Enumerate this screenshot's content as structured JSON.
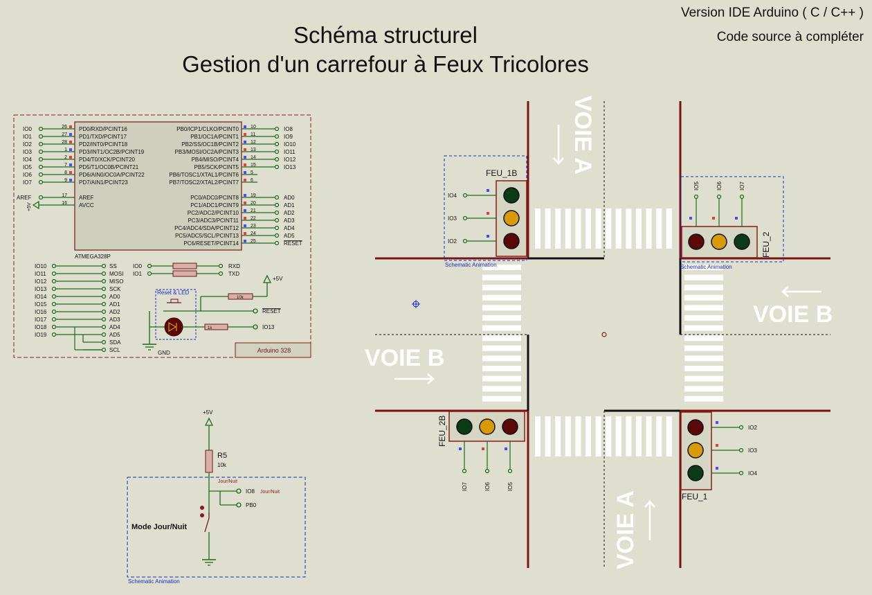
{
  "header": {
    "title_line1": "Schéma structurel",
    "title_line2": "Gestion d'un carrefour à Feux Tricolores",
    "version": "Version IDE Arduino ( C / C++ )",
    "subtitle": "Code source à compléter"
  },
  "mcu": {
    "part": "ATMEGA328P",
    "board": "Arduino 328",
    "left_pins": [
      {
        "net": "IO0",
        "num": "26",
        "name": "PD0/RXD/PCINT16"
      },
      {
        "net": "IO1",
        "num": "27",
        "name": "PD1/TXD/PCINT17"
      },
      {
        "net": "IO2",
        "num": "28",
        "name": "PD2/INT0/PCINT18"
      },
      {
        "net": "IO3",
        "num": "1",
        "name": "PD3/INT1/OC2B/PCINT19"
      },
      {
        "net": "IO4",
        "num": "2",
        "name": "PD4/T0/XCK/PCINT20"
      },
      {
        "net": "IO5",
        "num": "7",
        "name": "PD5/T1/OC0B/PCINT21"
      },
      {
        "net": "IO6",
        "num": "8",
        "name": "PD6/AIN0/OC0A/PCINT22"
      },
      {
        "net": "IO7",
        "num": "9",
        "name": "PD7/AIN1/PCINT23"
      }
    ],
    "left_power": [
      {
        "net": "AREF",
        "num": "17",
        "name": "AREF"
      },
      {
        "net": "",
        "num": "16",
        "name": "AVCC"
      }
    ],
    "avcc_supply": "+5V",
    "right_pins": [
      {
        "net": "IO8",
        "num": "10",
        "name": "PB0/ICP1/CLKO/PCINT0"
      },
      {
        "net": "IO9",
        "num": "11",
        "name": "PB1/OC1A/PCINT1"
      },
      {
        "net": "IO10",
        "num": "12",
        "name": "PB2/SS/OC1B/PCINT2"
      },
      {
        "net": "IO11",
        "num": "13",
        "name": "PB3/MOSI/OC2A/PCINT3"
      },
      {
        "net": "IO12",
        "num": "14",
        "name": "PB4/MISO/PCINT4"
      },
      {
        "net": "IO13",
        "num": "15",
        "name": "PB5/SCK/PCINT5"
      },
      {
        "net": "",
        "num": "5",
        "name": "PB6/TOSC1/XTAL1/PCINT6"
      },
      {
        "net": "",
        "num": "6",
        "name": "PB7/TOSC2/XTAL2/PCINT7"
      },
      {
        "net": "AD0",
        "num": "19",
        "name": "PC0/ADC0/PCINT8"
      },
      {
        "net": "AD1",
        "num": "20",
        "name": "PC1/ADC1/PCINT9"
      },
      {
        "net": "AD2",
        "num": "21",
        "name": "PC2/ADC2/PCINT10"
      },
      {
        "net": "AD3",
        "num": "22",
        "name": "PC3/ADC3/PCINT11"
      },
      {
        "net": "AD4",
        "num": "23",
        "name": "PC4/ADC4/SDA/PCINT12"
      },
      {
        "net": "AD5",
        "num": "24",
        "name": "PC5/ADC5/SCL/PCINT13"
      },
      {
        "net": "RESET",
        "num": "25",
        "name": "PC6/RESET/PCINT14"
      }
    ],
    "alias_pairs": [
      {
        "from": "IO10",
        "to": "SS"
      },
      {
        "from": "IO11",
        "to": "MOSI"
      },
      {
        "from": "IO12",
        "to": "MISO"
      },
      {
        "from": "IO13",
        "to": "SCK"
      },
      {
        "from": "IO14",
        "to": "AD0"
      },
      {
        "from": "IO15",
        "to": "AD1"
      },
      {
        "from": "IO16",
        "to": "AD2"
      },
      {
        "from": "IO17",
        "to": "AD3"
      },
      {
        "from": "IO18",
        "to": "AD4"
      },
      {
        "from": "IO19",
        "to": "AD5"
      },
      {
        "from": "",
        "to": "SDA"
      },
      {
        "from": "",
        "to": "SCL"
      }
    ],
    "serial": [
      {
        "from": "IO0",
        "to": "RXD"
      },
      {
        "from": "IO1",
        "to": "TXD"
      }
    ],
    "reset_led_label": "Reset & LED",
    "r_reset_value": "10k",
    "r_led_value": "1k",
    "reset_net": "RESET",
    "led_net": "IO13",
    "supply": "+5V",
    "gnd": "GND"
  },
  "day_night": {
    "supply": "+5V",
    "resistor_ref": "R5",
    "resistor_value": "10k",
    "net_label": "Jour/Nuit",
    "net_label2": "Jour/Nuit",
    "out1": "IO8",
    "out2": "PB0",
    "mode_label": "Mode Jour/Nuit",
    "anim_label": "Schematic Animation"
  },
  "intersection": {
    "voie_a": "VOIE A",
    "voie_b": "VOIE B",
    "anim_label": "Schematic Animation",
    "lights": {
      "feu_1b": {
        "name": "FEU_1B",
        "pins": [
          "IO4",
          "IO3",
          "IO2"
        ]
      },
      "feu_2": {
        "name": "FEU_2",
        "pins": [
          "IO5",
          "IO6",
          "IO7"
        ]
      },
      "feu_2b": {
        "name": "FEU_2B",
        "pins": [
          "IO7",
          "IO6",
          "IO5"
        ]
      },
      "feu_1": {
        "name": "FEU_1",
        "pins": [
          "IO2",
          "IO3",
          "IO4"
        ]
      }
    }
  },
  "colors": {
    "wire": "#1a6a1a",
    "border": "#8a1a1a",
    "red_lamp": "#5a0808",
    "amber_lamp": "#d89a06",
    "green_lamp": "#0a3a16",
    "anim_box": "#1a2ac8",
    "road_marking": "#ffffff"
  }
}
